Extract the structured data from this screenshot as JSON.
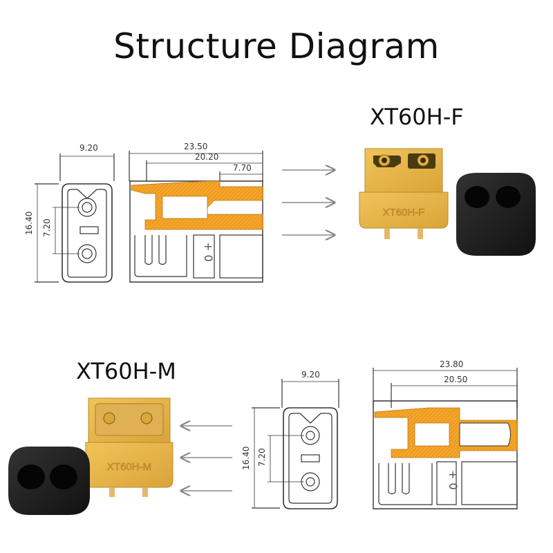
{
  "title": "Structure Diagram",
  "female": {
    "model": "XT60H-F",
    "front_width": "9.20",
    "front_height": "16.40",
    "pin_pitch": "7.20",
    "side_total": "23.50",
    "side_mid": "20.20",
    "side_pin": "7.70",
    "body_marking": "XT60H-F"
  },
  "male": {
    "model": "XT60H-M",
    "front_width": "9.20",
    "front_height": "16.40",
    "pin_pitch": "7.20",
    "side_total": "23.80",
    "side_mid": "20.50",
    "body_marking": "XT60H-M"
  },
  "colors": {
    "connector_yellow": "#e8b84a",
    "connector_shadow": "#c9952c",
    "cap_black": "#1b1b1b",
    "drawing_line": "#333333",
    "arrow": "#888888",
    "hatch_orange": "#f0a020"
  }
}
